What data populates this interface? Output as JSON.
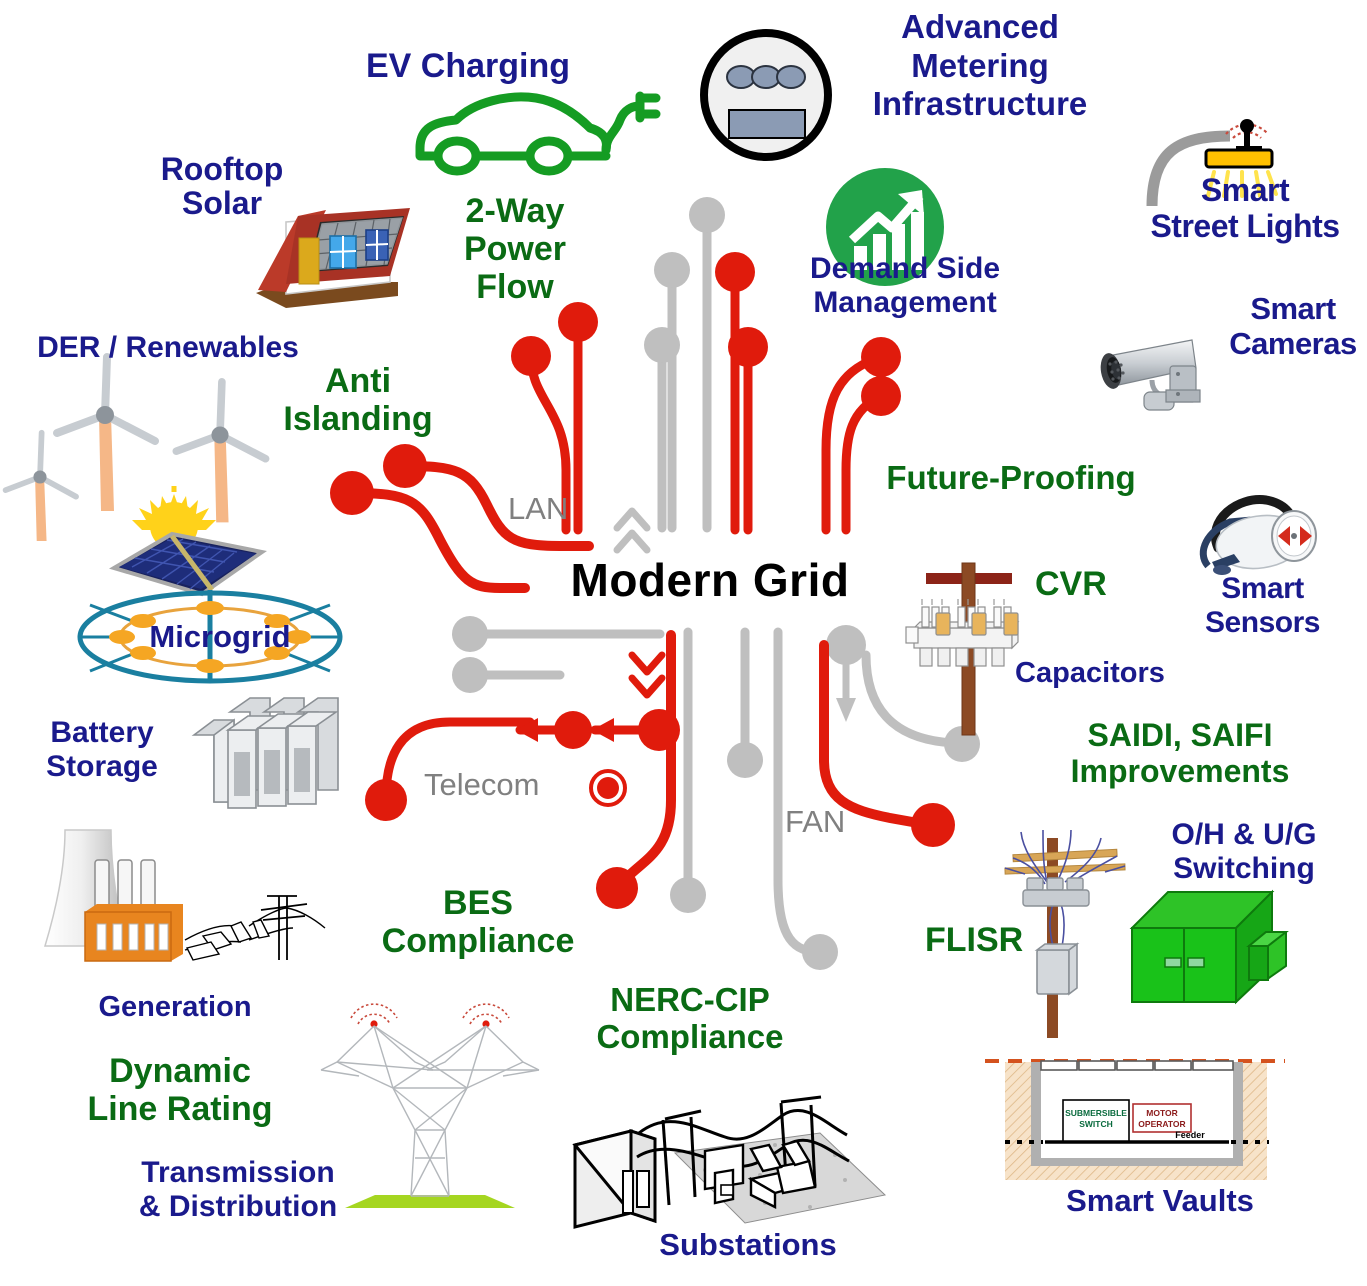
{
  "diagram": {
    "title": "Modern Grid",
    "colors": {
      "label_blue": "#1a1a8c",
      "label_green": "#0a6b14",
      "trace_red": "#e01b0c",
      "trace_grey": "#bfbfbf",
      "text_grey": "#808080",
      "center_black": "#000000"
    }
  },
  "center": {
    "label": "Modern Grid"
  },
  "network_labels": [
    {
      "id": "lan",
      "text": "LAN"
    },
    {
      "id": "telecom",
      "text": "Telecom"
    },
    {
      "id": "fan",
      "text": "FAN"
    }
  ],
  "blue_labels": [
    {
      "id": "ev-charging",
      "text": "EV Charging"
    },
    {
      "id": "advanced-metering-infrastructure",
      "text": "Advanced\nMetering\nInfrastructure"
    },
    {
      "id": "smart-street-lights",
      "text": "Smart\nStreet Lights"
    },
    {
      "id": "rooftop-solar",
      "text": "Rooftop\nSolar"
    },
    {
      "id": "der-renewables",
      "text": "DER / Renewables"
    },
    {
      "id": "demand-side-management",
      "text": "Demand Side\nManagement"
    },
    {
      "id": "smart-cameras",
      "text": "Smart\nCameras"
    },
    {
      "id": "microgrid",
      "text": "Microgrid"
    },
    {
      "id": "smart-sensors",
      "text": "Smart\nSensors"
    },
    {
      "id": "capacitors",
      "text": "Capacitors"
    },
    {
      "id": "battery-storage",
      "text": "Battery\nStorage"
    },
    {
      "id": "oh-ug-switching",
      "text": "O/H & U/G\nSwitching"
    },
    {
      "id": "generation",
      "text": "Generation"
    },
    {
      "id": "transmission-distribution",
      "text": "Transmission\n& Distribution"
    },
    {
      "id": "substations",
      "text": "Substations"
    },
    {
      "id": "smart-vaults",
      "text": "Smart Vaults"
    }
  ],
  "green_labels": [
    {
      "id": "two-way-power-flow",
      "text": "2-Way\nPower\nFlow"
    },
    {
      "id": "anti-islanding",
      "text": "Anti\nIslanding"
    },
    {
      "id": "future-proofing",
      "text": "Future-Proofing"
    },
    {
      "id": "cvr",
      "text": "CVR"
    },
    {
      "id": "saidi-saifi-improvements",
      "text": "SAIDI, SAIFI\nImprovements"
    },
    {
      "id": "bes-compliance",
      "text": "BES\nCompliance"
    },
    {
      "id": "nerc-cip-compliance",
      "text": "NERC-CIP\nCompliance"
    },
    {
      "id": "flisr",
      "text": "FLISR"
    },
    {
      "id": "dynamic-line-rating",
      "text": "Dynamic\nLine Rating"
    }
  ],
  "vault_diagram": {
    "submersible_switch": "SUBMERSIBLE\nSWITCH",
    "motor_operator": "MOTOR\nOPERATOR",
    "feeder": "Feeder"
  },
  "icons": [
    "ev-car-icon",
    "electric-meter-icon",
    "street-light-icon",
    "house-solar-icon",
    "wind-turbine-icon",
    "solar-panel-icon",
    "chart-growth-icon",
    "security-camera-icon",
    "microgrid-ring-icon",
    "smart-sensor-icon",
    "capacitor-bank-pole-icon",
    "battery-rack-icon",
    "green-switchgear-icon",
    "power-plant-icon",
    "transmission-tower-icon",
    "substation-icon",
    "underground-vault-icon",
    "recloser-pole-icon"
  ]
}
